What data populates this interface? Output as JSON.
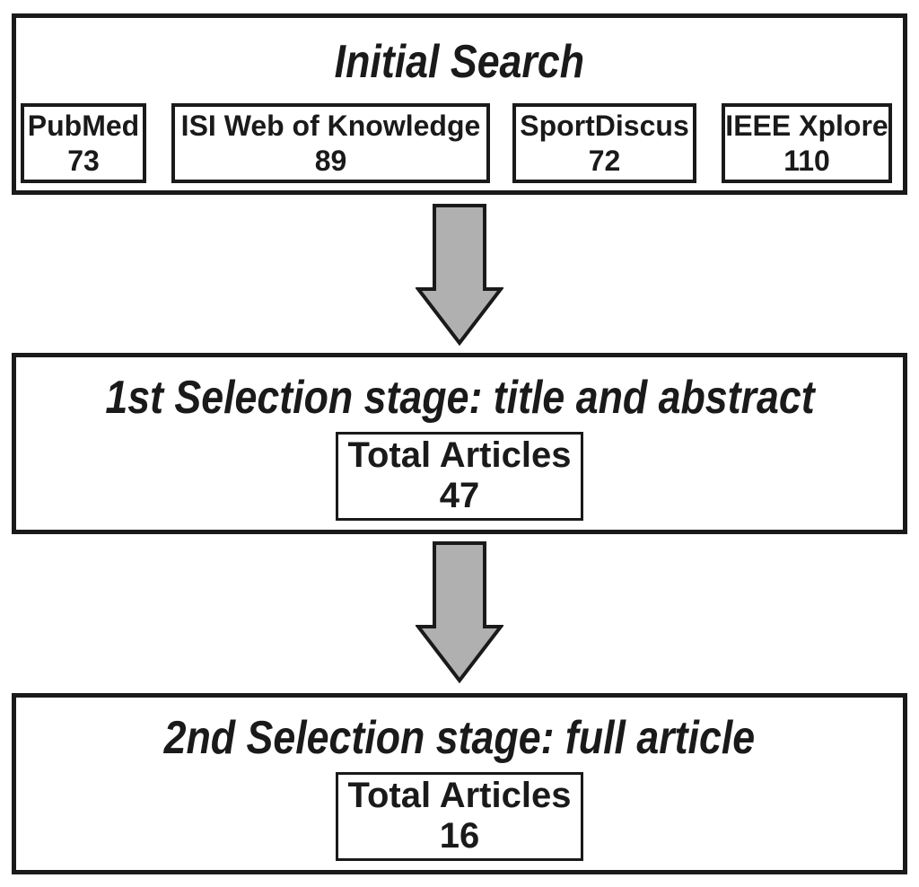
{
  "diagram": {
    "type": "flowchart",
    "stages": [
      {
        "title": "Initial Search",
        "sources": [
          {
            "label": "PubMed",
            "count": "73"
          },
          {
            "label": "ISI Web of Knowledge",
            "count": "89"
          },
          {
            "label": "SportDiscus",
            "count": "72"
          },
          {
            "label": "IEEE Xplore",
            "count": "110"
          }
        ]
      },
      {
        "title": "1st Selection stage: title and abstract",
        "total": {
          "label": "Total Articles",
          "count": "47"
        }
      },
      {
        "title": "2nd Selection stage: full article",
        "total": {
          "label": "Total Articles",
          "count": "16"
        }
      }
    ],
    "connectors": [
      {
        "icon": "down-arrow"
      },
      {
        "icon": "down-arrow"
      }
    ],
    "colors": {
      "border": "#1a1a1a",
      "text": "#1a1a1a",
      "arrow_fill": "#b0b0b0",
      "background": "#ffffff"
    }
  }
}
